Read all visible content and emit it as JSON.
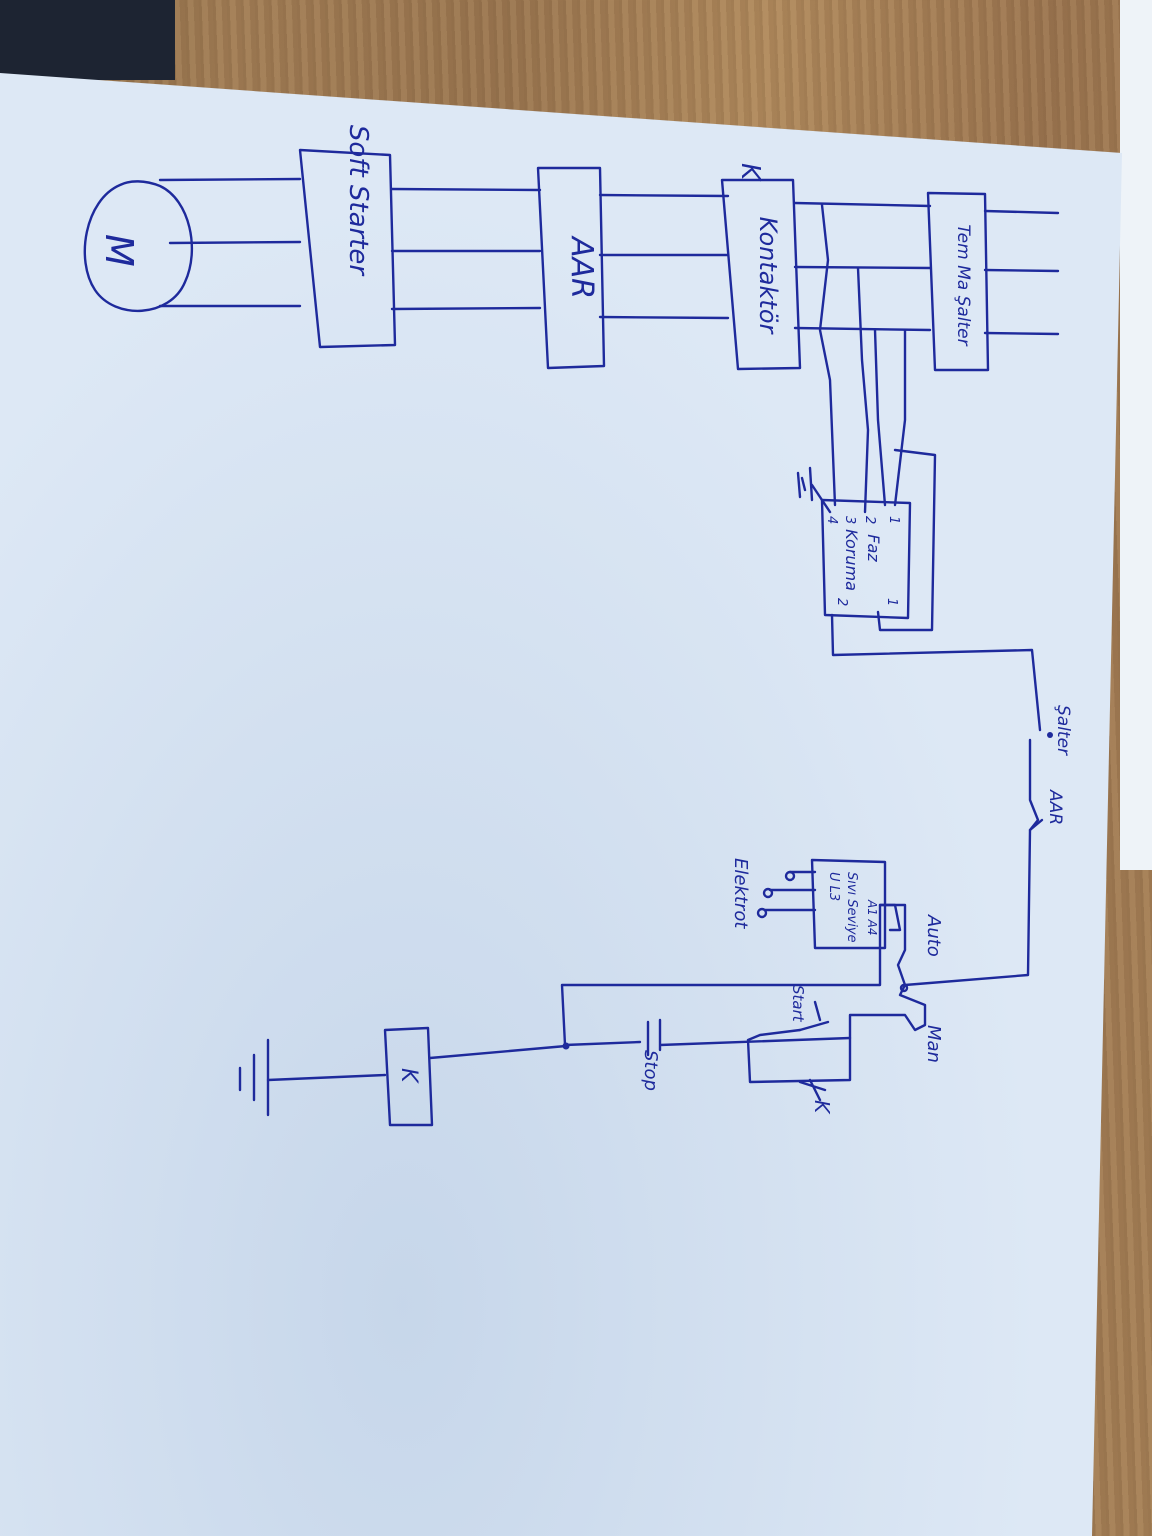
{
  "labels": {
    "motor": "M",
    "soft_starter": "Soft Starter",
    "aar_block": "AAR",
    "contactor": "Kontaktör",
    "contactor_tag": "K",
    "main_switch": "Tem Ma Şalter",
    "phase_relay_title": "Faz",
    "phase_relay_sub": "Koruma",
    "phase_relay_pins_left": [
      "1",
      "2",
      "3",
      "4"
    ],
    "phase_relay_pins_right": [
      "1",
      "2"
    ],
    "level_title": "Sıvı Seviye",
    "level_terms": "U L3",
    "level_pins": "A1 A4",
    "electrode": "Elektrot",
    "switch_label": "Şalter",
    "aar_contact": "AAR",
    "auto": "Auto",
    "man": "Man",
    "start": "Start",
    "stop": "Stop",
    "k_contact": "K",
    "coil": "K"
  }
}
